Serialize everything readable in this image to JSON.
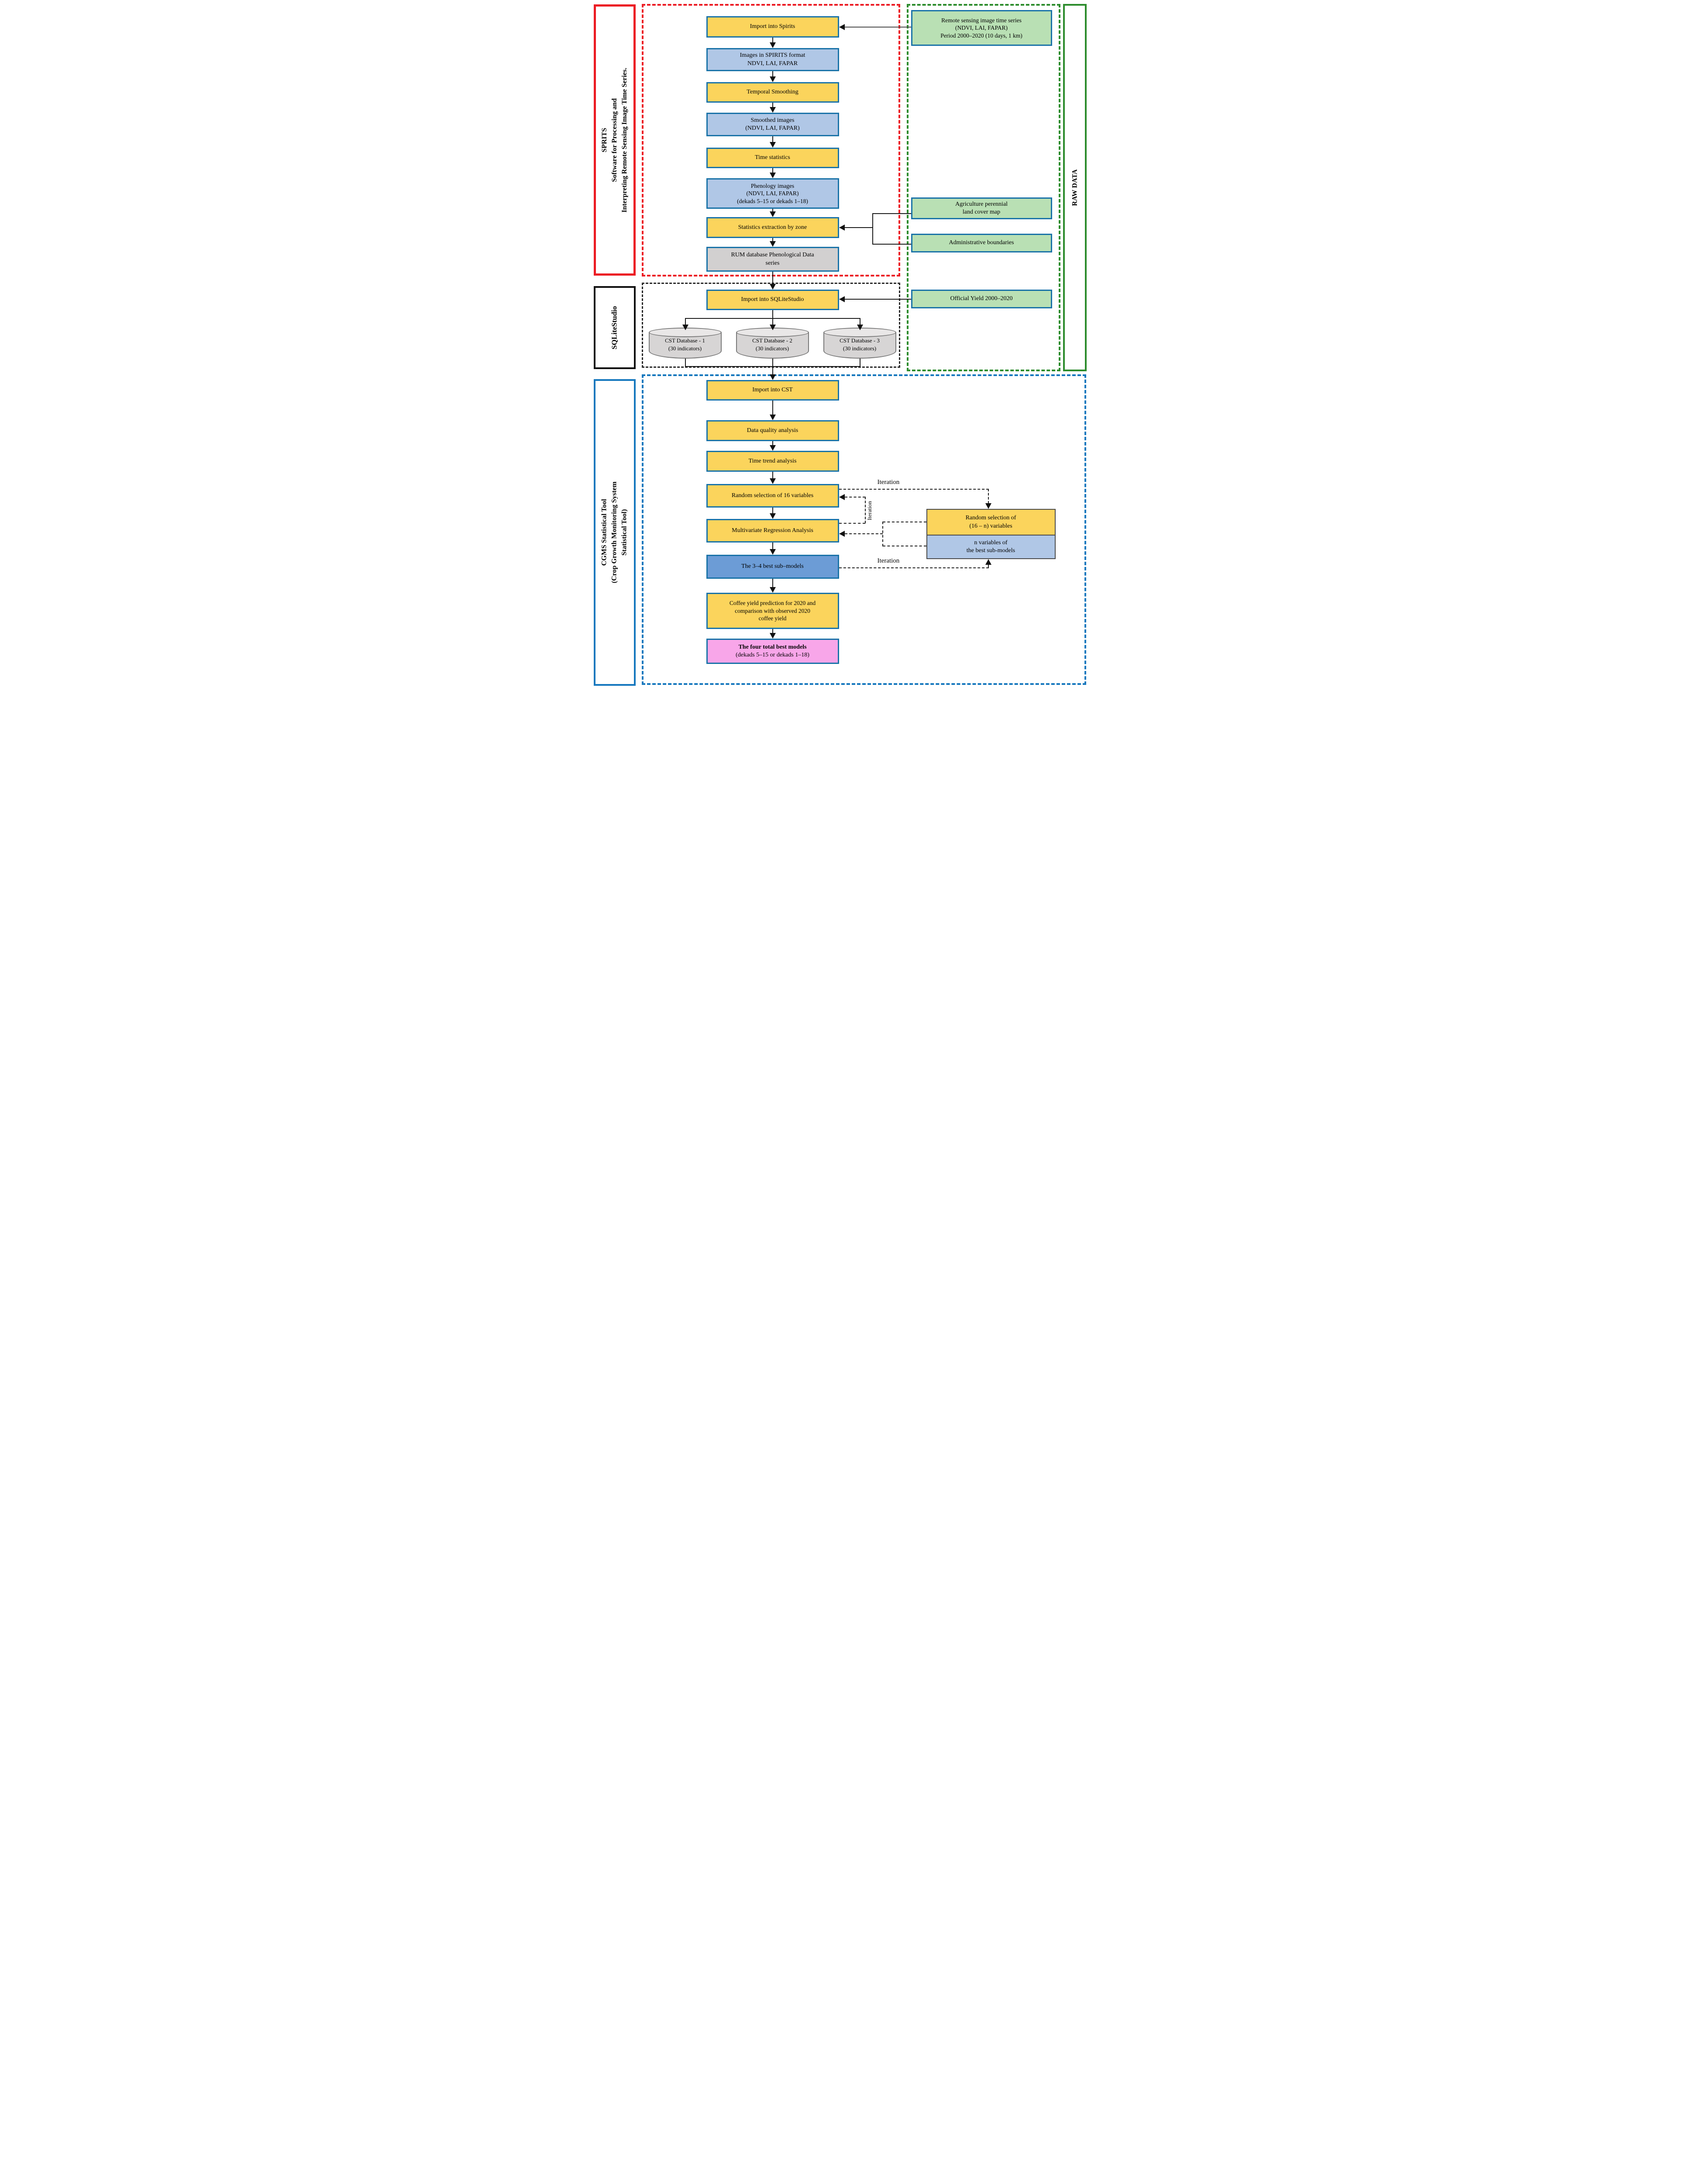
{
  "colors": {
    "process_yellow": "#FBD45C",
    "data_light_blue": "#B0C7E6",
    "submodels_blue": "#6C9CD6",
    "raw_green": "#B9E0B4",
    "database_gray": "#D2D0D0",
    "result_pink": "#F8A6E9",
    "box_border_blue": "#1A73A8",
    "spirits_border_red": "#EC1C24",
    "rawdata_border_green": "#2D8C2D",
    "cgms_border_blue": "#1678BE",
    "sqlite_border_black": "#111111"
  },
  "side_labels": {
    "spirits": {
      "l1": "SPRITS",
      "l2": "Software for Processing and",
      "l3": "Interpreting Remote Sensing Image Time Series."
    },
    "sqlitestudio": "SQLiteStudio",
    "cgms": {
      "l1": "CGMS Statistical Tool",
      "l2": "(Crop Growth Monitoring System",
      "l3": "Statistical Tool)"
    },
    "raw_data": "RAW DATA"
  },
  "flow": {
    "import_spirits": {
      "l1": "Import into Spirits"
    },
    "images_spirits": {
      "l1": "Images in SPIRITS format",
      "l2": "NDVI, LAI, FAPAR"
    },
    "temporal_smoothing": {
      "l1": "Temporal Smoothing"
    },
    "smoothed_images": {
      "l1": "Smoothed images",
      "l2": "(NDVI, LAI, FAPAR)"
    },
    "time_statistics": {
      "l1": "Time statistics"
    },
    "phenology_images": {
      "l1": "Phenology images",
      "l2": "(NDVI, LAI, FAPAR)",
      "l3": "(dekads 5–15 or dekads 1–18)"
    },
    "stats_extraction": {
      "l1": "Statistics extraction by zone"
    },
    "rum_database": {
      "l1": "RUM database Phenological Data",
      "l2": "series"
    },
    "import_sqlite": {
      "l1": "Import into SQLiteStudio"
    },
    "import_cst": {
      "l1": "Import into CST"
    },
    "data_quality": {
      "l1": "Data quality analysis"
    },
    "time_trend": {
      "l1": "Time trend analysis"
    },
    "random_16": {
      "l1": "Random selection of 16 variables"
    },
    "multivariate": {
      "l1": "Multivariate Regression Analysis"
    },
    "best_submodels": {
      "l1": "The 3–4 best sub–models"
    },
    "coffee_prediction": {
      "l1": "Coffee yield prediction for 2020 and",
      "l2": "comparison with observed 2020",
      "l3": "coffee yield"
    },
    "four_best": {
      "l1": "The four total best models",
      "l2": "(dekads 5–15 or dekads 1–18)"
    }
  },
  "databases": [
    {
      "l1": "CST Database - 1",
      "l2": "(30 indicators)"
    },
    {
      "l1": "CST Database - 2",
      "l2": "(30 indicators)"
    },
    {
      "l1": "CST Database - 3",
      "l2": "(30 indicators)"
    }
  ],
  "raw_inputs": {
    "remote_sensing": {
      "l1": "Remote sensing image time series",
      "l2": "(NDVI, LAI, FAPAR)",
      "l3": "Period 2000–2020 (10 days, 1 km)"
    },
    "agri_map": {
      "l1": "Agriculture perennial",
      "l2": "land cover map"
    },
    "admin_boundaries": {
      "l1": "Administrative boundaries"
    },
    "official_yield": {
      "l1": "Official Yield 2000–2020"
    }
  },
  "iteration_box": {
    "top": {
      "l1": "Random selection of",
      "l2": "(16 – n) variables"
    },
    "bottom": {
      "l1": "n variables of",
      "l2": "the best sub-models"
    }
  },
  "annotations": {
    "iteration_top": "Iteration",
    "iteration_loop": "Iteration",
    "iteration_bottom": "Iteration"
  }
}
